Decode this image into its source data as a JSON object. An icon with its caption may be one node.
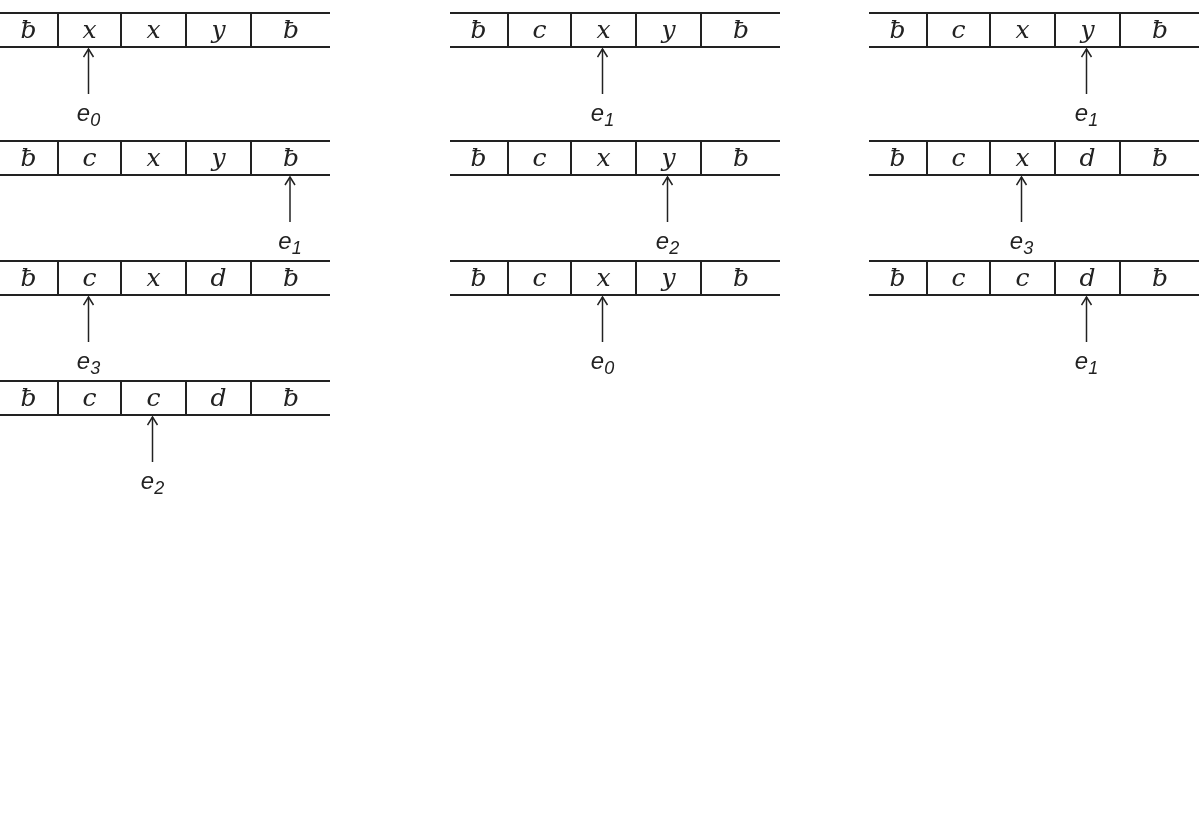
{
  "diagram": {
    "nodes": [
      {
        "text": [],
        "shape": "box"
      },
      {
        "text": [
          "ƀ"
        ],
        "in": 0
      },
      {
        "text": [
          "x"
        ],
        "in": 0
      },
      {
        "text": [
          "x"
        ],
        "in": 0
      },
      {
        "text": [
          "y"
        ],
        "in": 0
      },
      {
        "text": [
          "ƀ"
        ],
        "in": 0
      },
      {
        "text": [
          "e$_{0}$"
        ]
      },
      {
        "text": [],
        "shape": "box"
      },
      {
        "text": [
          "ƀ"
        ],
        "in": 7
      },
      {
        "text": [
          "c"
        ],
        "in": 7
      },
      {
        "text": [
          "x"
        ],
        "in": 7
      },
      {
        "text": [
          "y"
        ],
        "in": 7
      },
      {
        "text": [
          "ƀ"
        ],
        "in": 7
      },
      {
        "text": [
          "e$_{1}$"
        ]
      },
      {
        "text": [],
        "shape": "box"
      },
      {
        "text": [
          "ƀ"
        ],
        "in": 14
      },
      {
        "text": [
          "c"
        ],
        "in": 14
      },
      {
        "text": [
          "x"
        ],
        "in": 14
      },
      {
        "text": [
          "y"
        ],
        "in": 14
      },
      {
        "text": [
          "ƀ"
        ],
        "in": 14
      },
      {
        "text": [
          "e$_{1}$"
        ]
      },
      {
        "text": [],
        "shape": "box"
      },
      {
        "text": [
          "ƀ"
        ],
        "in": 21
      },
      {
        "text": [
          "c"
        ],
        "in": 21
      },
      {
        "text": [
          "x"
        ],
        "in": 21
      },
      {
        "text": [
          "y"
        ],
        "in": 21
      },
      {
        "text": [
          "ƀ"
        ],
        "in": 21
      },
      {
        "text": [
          "e$_{1}$"
        ]
      },
      {
        "text": [],
        "shape": "box"
      },
      {
        "text": [
          "ƀ"
        ],
        "in": 28
      },
      {
        "text": [
          "c"
        ],
        "in": 28
      },
      {
        "text": [
          "x"
        ],
        "in": 28
      },
      {
        "text": [
          "y"
        ],
        "in": 28
      },
      {
        "text": [
          "ƀ"
        ],
        "in": 28
      },
      {
        "text": [
          "e$_{2}$"
        ]
      },
      {
        "text": [],
        "shape": "box"
      },
      {
        "text": [
          "ƀ"
        ],
        "in": 35
      },
      {
        "text": [
          "c"
        ],
        "in": 35
      },
      {
        "text": [
          "x"
        ],
        "in": 35
      },
      {
        "text": [
          "d"
        ],
        "in": 35
      },
      {
        "text": [
          "ƀ"
        ],
        "in": 35
      },
      {
        "text": [
          "e$_{3}$"
        ]
      },
      {
        "text": [],
        "shape": "box"
      },
      {
        "text": [
          "ƀ"
        ],
        "in": 42
      },
      {
        "text": [
          "c"
        ],
        "in": 42
      },
      {
        "text": [
          "x"
        ],
        "in": 42
      },
      {
        "text": [
          "d"
        ],
        "in": 42
      },
      {
        "text": [
          "ƀ"
        ],
        "in": 42
      },
      {
        "text": [
          "e$_{3}$"
        ]
      },
      {
        "text": [],
        "shape": "box"
      },
      {
        "text": [
          "ƀ"
        ],
        "in": 49
      },
      {
        "text": [
          "c"
        ],
        "in": 49
      },
      {
        "text": [
          "x"
        ],
        "in": 49
      },
      {
        "text": [
          "y"
        ],
        "in": 49
      },
      {
        "text": [
          "ƀ"
        ],
        "in": 49
      },
      {
        "text": [
          "e$_{0}$"
        ]
      },
      {
        "text": [],
        "shape": "box"
      },
      {
        "text": [
          "ƀ"
        ],
        "in": 56
      },
      {
        "text": [
          "c"
        ],
        "in": 56
      },
      {
        "text": [
          "c"
        ],
        "in": 56
      },
      {
        "text": [
          "d"
        ],
        "in": 56
      },
      {
        "text": [
          "ƀ"
        ],
        "in": 56
      },
      {
        "text": [
          "e$_{1}$"
        ]
      },
      {
        "text": [],
        "shape": "box"
      },
      {
        "text": [
          "ƀ"
        ],
        "in": 63
      },
      {
        "text": [
          "c"
        ],
        "in": 63
      },
      {
        "text": [
          "c"
        ],
        "in": 63
      },
      {
        "text": [
          "d"
        ],
        "in": 63
      },
      {
        "text": [
          "ƀ"
        ],
        "in": 63
      },
      {
        "text": [
          "e$_{2}$"
        ]
      }
    ],
    "edges": [
      {
        "from": 6,
        "to": 2,
        "arrow": "to"
      },
      {
        "from": 13,
        "to": 10,
        "arrow": "to"
      },
      {
        "from": 20,
        "to": 18,
        "arrow": "to"
      },
      {
        "from": 27,
        "to": 26,
        "arrow": "to"
      },
      {
        "from": 34,
        "to": 32,
        "arrow": "to"
      },
      {
        "from": 41,
        "to": 38,
        "arrow": "to"
      },
      {
        "from": 48,
        "to": 44,
        "arrow": "to"
      },
      {
        "from": 55,
        "to": 52,
        "arrow": "to"
      },
      {
        "from": 62,
        "to": 60,
        "arrow": "to"
      },
      {
        "from": 69,
        "to": 66,
        "arrow": "to"
      }
    ]
  }
}
